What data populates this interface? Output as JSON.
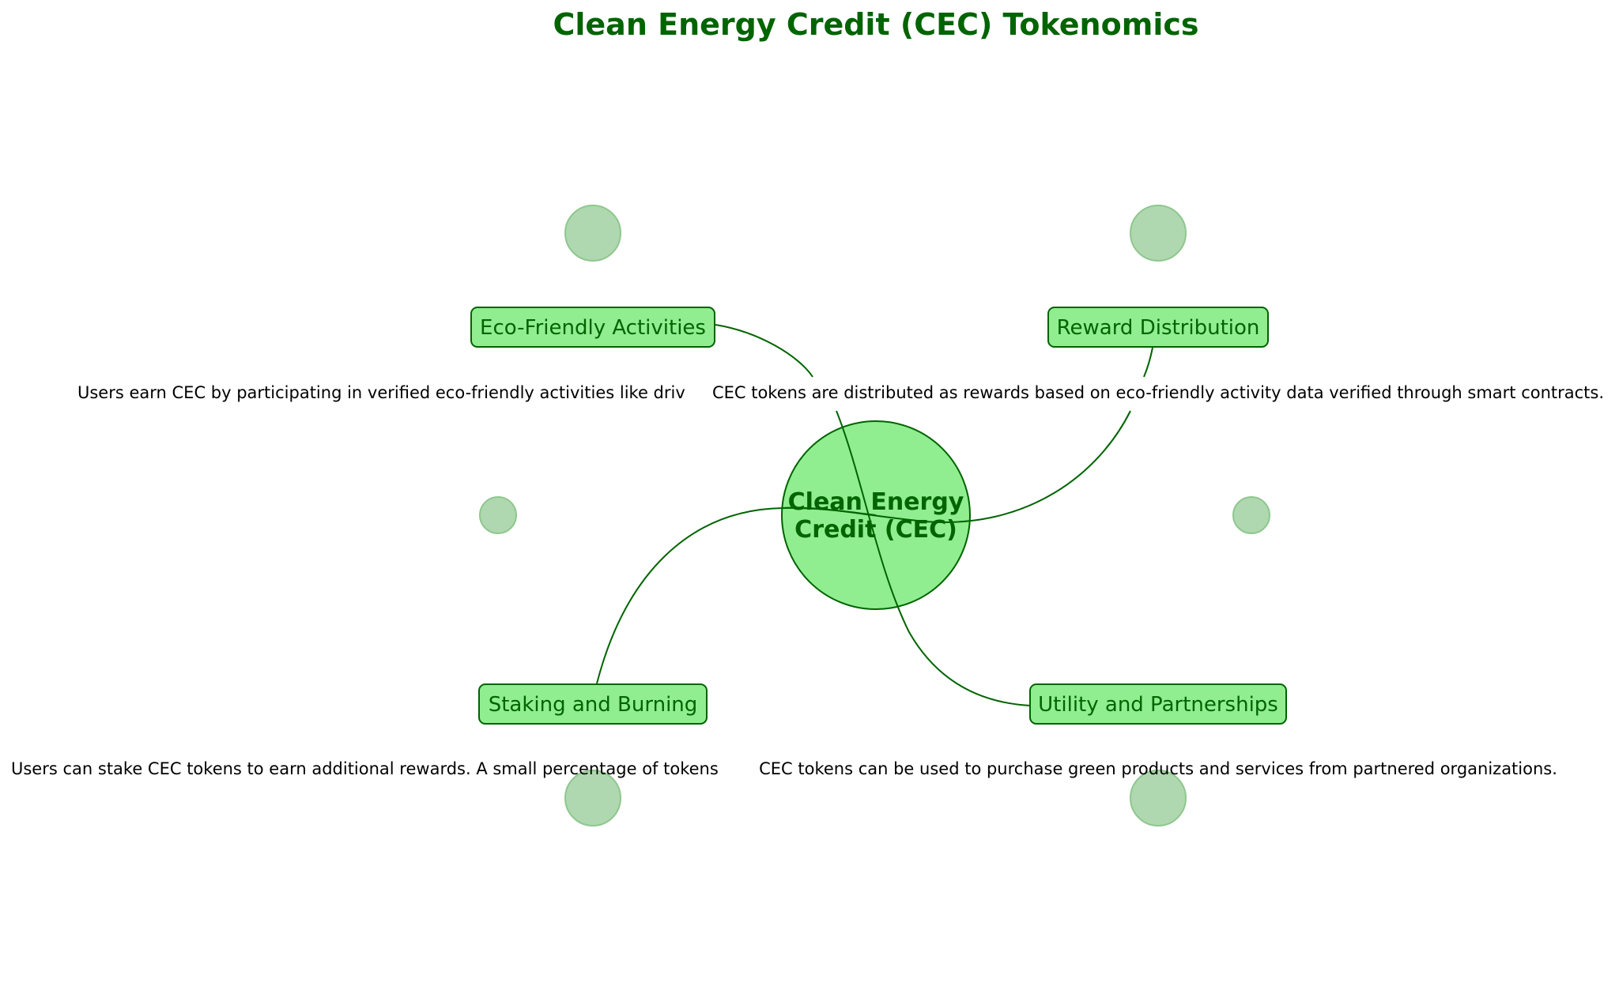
{
  "title": "Clean Energy Credit (CEC) Tokenomics",
  "center": {
    "line1": "Clean Energy",
    "line2": "Credit (CEC)"
  },
  "nodes": [
    {
      "label": "Eco-Friendly Activities",
      "description": "Users earn CEC by participating in verified eco-friendly activities like driv"
    },
    {
      "label": "Reward Distribution",
      "description": "CEC tokens are distributed as rewards based on eco-friendly activity data verified through smart contracts."
    },
    {
      "label": "Staking and Burning",
      "description": "Users can stake CEC tokens to earn additional rewards. A small percentage of tokens"
    },
    {
      "label": "Utility and Partnerships",
      "description": "CEC tokens can be used to purchase green products and services from partnered organizations."
    }
  ],
  "colors": {
    "title": "#006400",
    "node_fill": "#90ee90",
    "node_stroke": "#006400",
    "decor_fill": "#b0d8b0",
    "decor_stroke": "#8fc78f",
    "connector": "#006400"
  }
}
